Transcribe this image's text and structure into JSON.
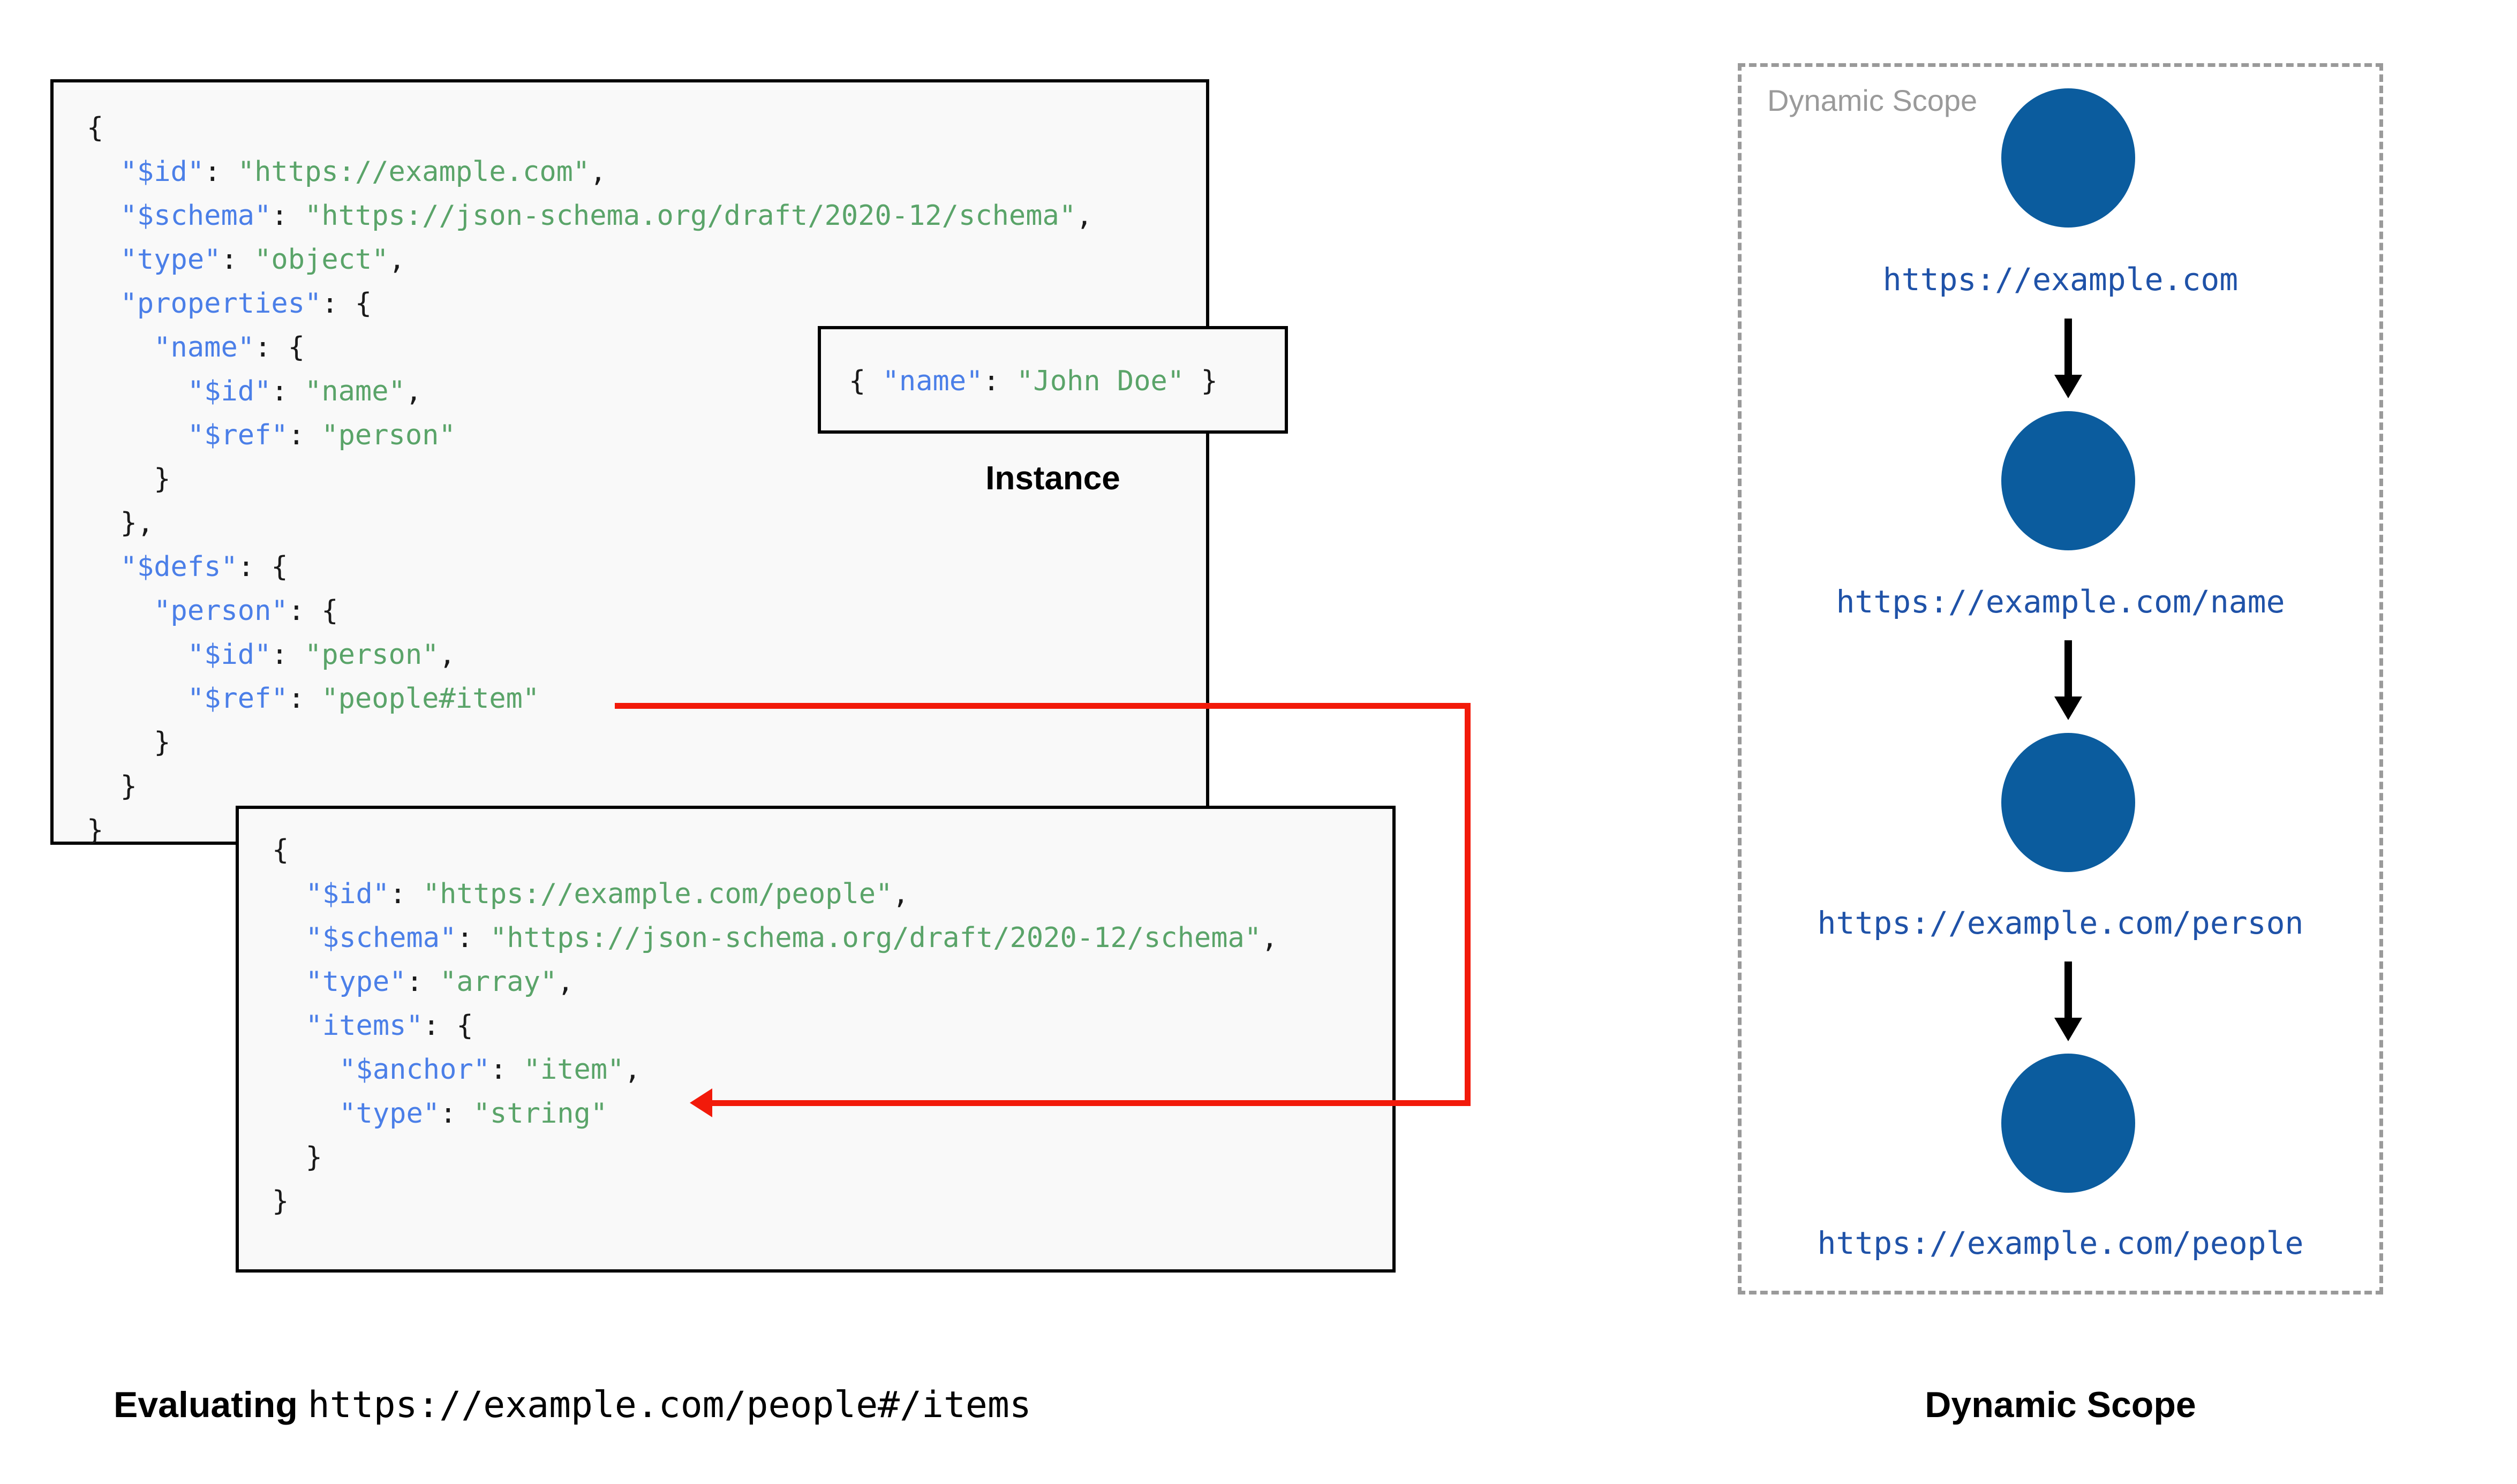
{
  "diagram": {
    "title_left": "Evaluating",
    "title_left_url": "https://example.com/people#/items",
    "title_right": "Dynamic Scope"
  },
  "schema_box": {
    "name": "root-schema",
    "code_lines": [
      {
        "indent": 0,
        "text": "{"
      },
      {
        "indent": 1,
        "key": "\"$id\"",
        "value": "\"https://example.com\"",
        "comma": true
      },
      {
        "indent": 1,
        "key": "\"$schema\"",
        "value": "\"https://json-schema.org/draft/2020-12/schema\"",
        "comma": true
      },
      {
        "indent": 1,
        "key": "\"type\"",
        "value": "\"object\"",
        "comma": true
      },
      {
        "indent": 1,
        "key": "\"properties\"",
        "value": "{",
        "comma": false
      },
      {
        "indent": 2,
        "key": "\"name\"",
        "value": "{",
        "comma": false
      },
      {
        "indent": 3,
        "key": "\"$id\"",
        "value": "\"name\"",
        "comma": true
      },
      {
        "indent": 3,
        "key": "\"$ref\"",
        "value": "\"person\"",
        "comma": false
      },
      {
        "indent": 2,
        "text": "}"
      },
      {
        "indent": 1,
        "text": "},"
      },
      {
        "indent": 1,
        "key": "\"$defs\"",
        "value": "{",
        "comma": false
      },
      {
        "indent": 2,
        "key": "\"person\"",
        "value": "{",
        "comma": false
      },
      {
        "indent": 3,
        "key": "\"$id\"",
        "value": "\"person\"",
        "comma": true
      },
      {
        "indent": 3,
        "key": "\"$ref\"",
        "value": "\"people#item\"",
        "comma": false
      },
      {
        "indent": 2,
        "text": "}"
      },
      {
        "indent": 1,
        "text": "}"
      },
      {
        "indent": 0,
        "text": "}"
      }
    ],
    "raw": "{\n  \"$id\": \"https://example.com\",\n  \"$schema\": \"https://json-schema.org/draft/2020-12/schema\",\n  \"type\": \"object\",\n  \"properties\": {\n    \"name\": {\n      \"$id\": \"name\",\n      \"$ref\": \"person\"\n    }\n  },\n  \"$defs\": {\n    \"person\": {\n      \"$id\": \"person\",\n      \"$ref\": \"people#item\"\n    }\n  }\n}"
  },
  "people_box": {
    "name": "people-schema",
    "raw": "{\n  \"$id\": \"https://example.com/people\",\n  \"$schema\": \"https://json-schema.org/draft/2020-12/schema\",\n  \"type\": \"array\",\n  \"items\": {\n    \"$anchor\": \"item\",\n    \"type\": \"string\"\n  }\n}"
  },
  "instance_box": {
    "label": "Instance",
    "raw": "{ \"name\": \"John Doe\" }",
    "key": "\"name\"",
    "value": "\"John Doe\""
  },
  "scope": {
    "panel_label": "Dynamic Scope",
    "nodes": [
      {
        "id": "n1",
        "label": "https://example.com"
      },
      {
        "id": "n2",
        "label": "https://example.com/name"
      },
      {
        "id": "n3",
        "label": "https://example.com/person"
      },
      {
        "id": "n4",
        "label": "https://example.com/people"
      }
    ],
    "edges": [
      {
        "from": "n1",
        "to": "n2"
      },
      {
        "from": "n2",
        "to": "n3"
      },
      {
        "from": "n3",
        "to": "n4"
      }
    ]
  },
  "colors": {
    "json_key": "#4b7fe8",
    "json_string": "#5aa469",
    "ref_arrow": "#f21a0a",
    "node_fill": "#0b5c9e",
    "node_label": "#1f52a8",
    "panel_border": "#9a9a9a",
    "box_border": "#000000",
    "box_fill": "#f9f9f9"
  }
}
